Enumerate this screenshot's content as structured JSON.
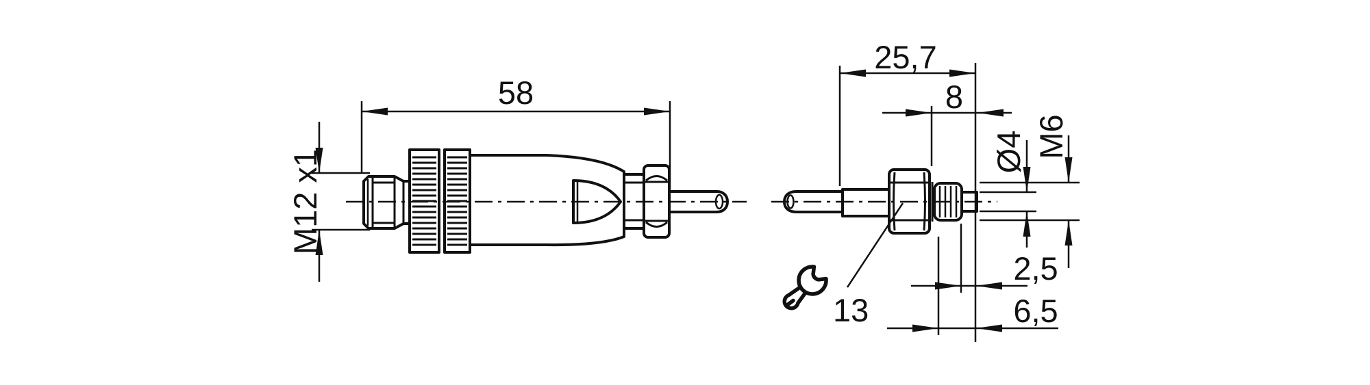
{
  "drawing": {
    "background": "#ffffff",
    "line_color": "#111111",
    "left_view": {
      "dim_length": "58",
      "dim_thread": "M12 x1"
    },
    "right_view": {
      "dim_overall_length": "25,7",
      "dim_front_length": "8",
      "dim_tip_diameter": "Ø4",
      "dim_thread": "M6",
      "dim_tip_length": "2,5",
      "dim_thread_length": "6,5",
      "wrench_size": "13",
      "wrench_icon_name": "open-end-wrench-icon"
    }
  }
}
